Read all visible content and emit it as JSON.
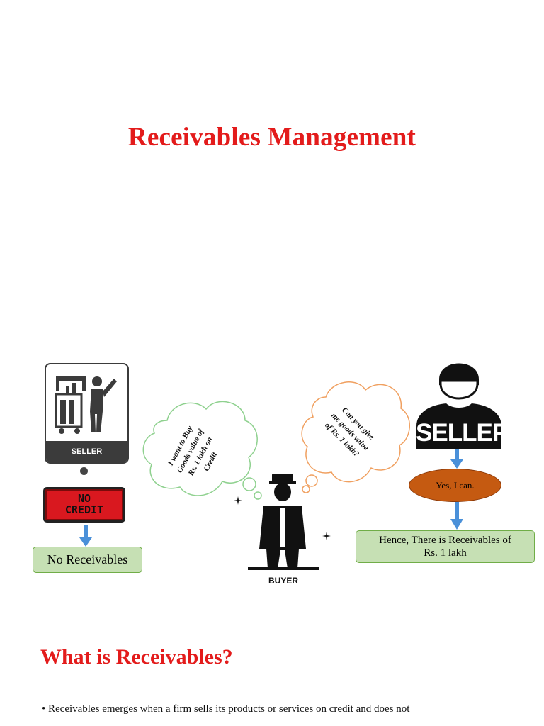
{
  "title": "Receivables Management",
  "diagram": {
    "seller_sign_label": "SELLER",
    "no_credit_line1": "NO",
    "no_credit_line2": "CREDIT",
    "no_receivables": "No Receivables",
    "cloud1_lines": [
      "I want to Buy",
      "Goods value of",
      "Rs. 1 lakh on",
      "Credit"
    ],
    "cloud2_lines": [
      "Can you give",
      "me goods value",
      "of Rs. 1 lakh?"
    ],
    "buyer_label": "BUYER",
    "seller_label": "SELLER",
    "yes_label": "Yes, I can.",
    "hence_line1": "Hence, There is Receivables of",
    "hence_line2": "Rs. 1 lakh"
  },
  "section": {
    "heading": "What is Receivables?",
    "bullet": "• Receivables emerges when a firm sells its products or services on credit and does not"
  },
  "colors": {
    "title_red": "#e31b1b",
    "green_fill": "#c6e0b4",
    "green_border": "#70ad47",
    "oval_orange": "#c55a11",
    "arrow_blue": "#4a90d9"
  }
}
